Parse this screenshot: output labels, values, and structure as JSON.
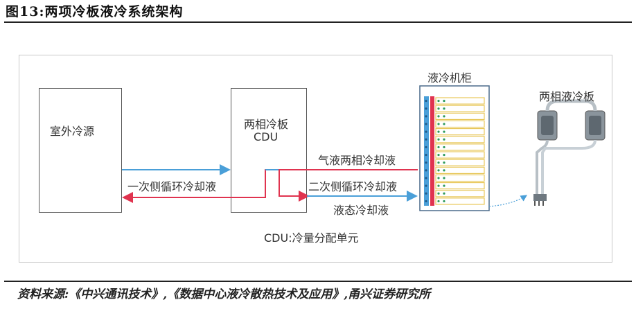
{
  "header": {
    "title": "图13:两项冷板液冷系统架构"
  },
  "diagram": {
    "outdoor_box": {
      "label": "室外冷源"
    },
    "cdu_box": {
      "line1": "两相冷板",
      "line2": "CDU"
    },
    "cabinet": {
      "label": "液冷机柜"
    },
    "cold_plate": {
      "label": "两相液冷板"
    },
    "flows": {
      "secondary_left": "一次侧循环冷却液",
      "vapor": "气液两相冷却液",
      "secondary_right": "二次侧循环冷却液",
      "liquid": "液态冷却液"
    },
    "caption": "CDU:冷量分配单元"
  },
  "footer": {
    "source": "资料来源:《中兴通讯技术》,《数据中心液冷散热技术及应用》,甬兴证券研究所"
  },
  "colors": {
    "blue": "#4a9fd8",
    "red": "#e0334f",
    "yellow": "#e8c75a",
    "green": "#2e9a5a"
  }
}
